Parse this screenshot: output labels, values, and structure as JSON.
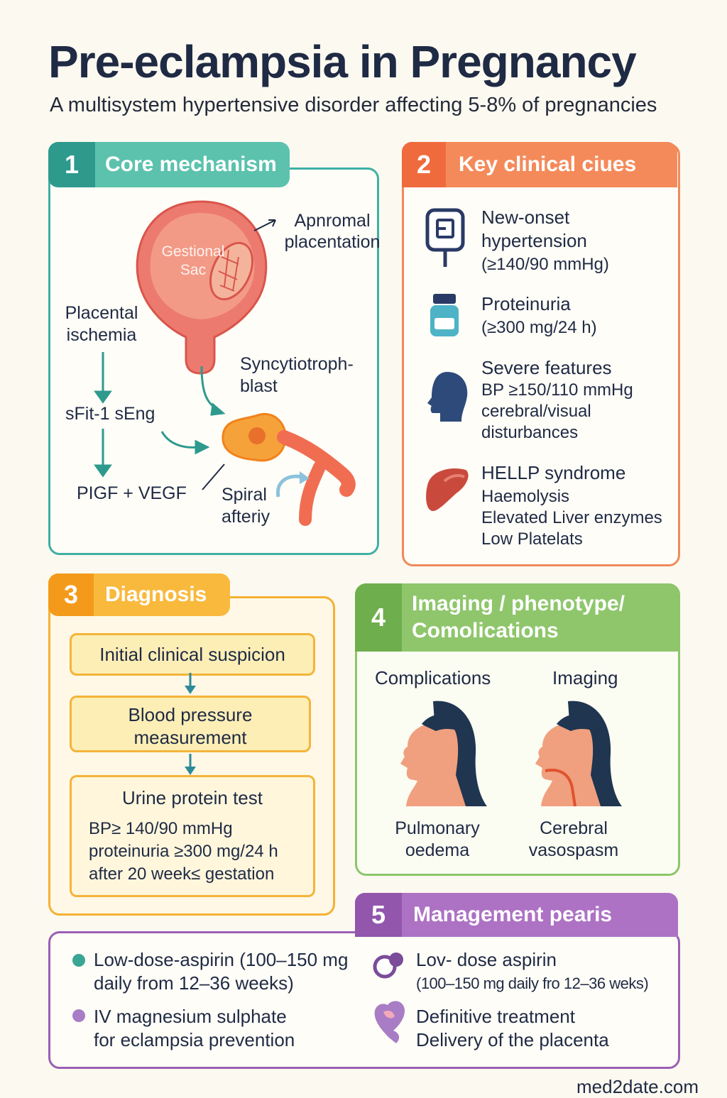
{
  "header": {
    "title": "Pre-eclampsia in Pregnancy",
    "subtitle": "A multisystem hypertensive disorder affecting 5-8% of pregnancies"
  },
  "sections": {
    "mechanism": {
      "number": "1",
      "title": "Core mechanism",
      "labels": {
        "abnormal_line1": "Apnromal",
        "abnormal_line2": "placentation",
        "sac_line1": "Gestional",
        "sac_line2": "Sac",
        "ischemia_line1": "Placental",
        "ischemia_line2": "ischemia",
        "syncytio_line1": "Syncytiotroph-",
        "syncytio_line2": "blast",
        "sfit": "sFit-1 sEng",
        "pigf": "PIGF + VEGF",
        "spiral_line1": "Spiral",
        "spiral_line2": "afteriy"
      }
    },
    "clues": {
      "number": "2",
      "title": "Key clinical ciues",
      "items": [
        {
          "icon": "bp-monitor-icon",
          "title_line1": "New-onset",
          "title_line2": "hypertension",
          "detail": "(≥140/90 mmHg)"
        },
        {
          "icon": "urine-bottle-icon",
          "title_line1": "Proteinuria",
          "detail": "(≥300 mg/24 h)"
        },
        {
          "icon": "head-profile-icon",
          "title_line1": "Severe features",
          "detail_line1": "BP ≥150/110 mmHg",
          "detail_line2": "cerebral/visual",
          "detail_line3": "disturbances"
        },
        {
          "icon": "liver-icon",
          "title_line1": "HELLP syndrome",
          "detail_line1": "Haemolysis",
          "detail_line2": "Elevated Liver enzymes",
          "detail_line3": "Low Platelats"
        }
      ]
    },
    "diagnosis": {
      "number": "3",
      "title": "Diagnosis",
      "steps": {
        "step1": "Initial clinical suspicion",
        "step2_line1": "Blood pressure",
        "step2_line2": "measurement",
        "step3_title": "Urine protein test",
        "step3_line1": "BP≥ 140/90 mmHg",
        "step3_line2": "proteinuria ≥300 mg/24 h",
        "step3_line3": "after 20 week≤ gestation"
      }
    },
    "imaging": {
      "number": "4",
      "title_line1": "Imaging / phenotype/",
      "title_line2": "Comolications",
      "col_left": "Complications",
      "col_right": "Imaging",
      "left_caption_line1": "Pulmonary",
      "left_caption_line2": "oedema",
      "right_caption_line1": "Cerebral",
      "right_caption_line2": "vasospasm"
    },
    "management": {
      "number": "5",
      "title": "Management pearis",
      "left": [
        {
          "line1": "Low-dose-aspirin (100–150 mg",
          "line2": "daily from 12–36 weeks)",
          "color": "#3aa594"
        },
        {
          "line1": "IV magnesium sulphate",
          "line2": "for eclampsia prevention",
          "color": "#a97cc6"
        }
      ],
      "right": [
        {
          "icon": "pill-icon",
          "line1": "Lov- dose aspirin",
          "line2": "(100–150 mg daily fro 12–36 weks)"
        },
        {
          "icon": "placenta-heart-icon",
          "line1": "Definitive treatment",
          "line2": "Delivery of the placenta"
        }
      ]
    }
  },
  "footer": {
    "watermark": "med2date.com"
  },
  "colors": {
    "teal": "#3fb0a4",
    "orange": "#f08a5a",
    "yellow": "#f6b133",
    "green": "#8cc66a",
    "purple": "#9b5fb5"
  }
}
